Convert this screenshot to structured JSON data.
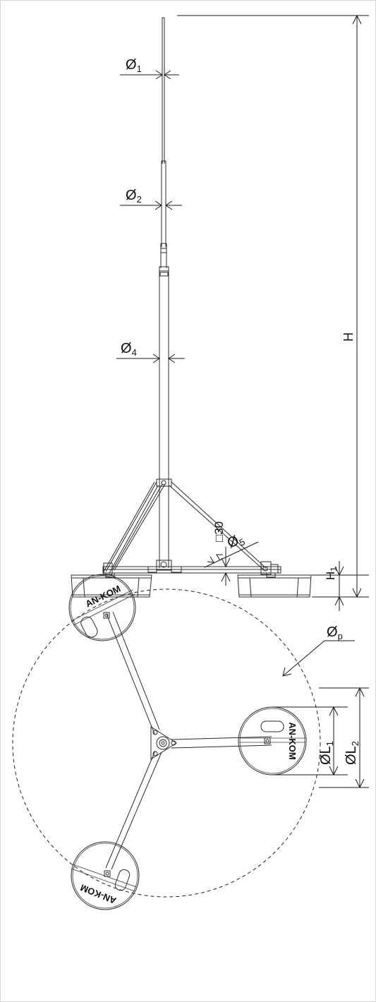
{
  "labels": {
    "phi1": "Ø",
    "phi1_sub": "1",
    "phi2": "Ø",
    "phi2_sub": "2",
    "phi4": "Ø",
    "phi4_sub": "4",
    "phi5": "Ø",
    "phi5_sub": "5",
    "height": "H",
    "square": "□30",
    "h1": "H",
    "h1_sub": "1",
    "phip": "Ø",
    "phip_sub": "p",
    "l1": "ØL",
    "l1_sub": "1",
    "l2": "ØL",
    "l2_sub": "2"
  },
  "logo_text": "AN-KOM",
  "colors": {
    "line": "#2b2b2b",
    "background": "#ffffff",
    "frame": "#d6d6d6"
  }
}
